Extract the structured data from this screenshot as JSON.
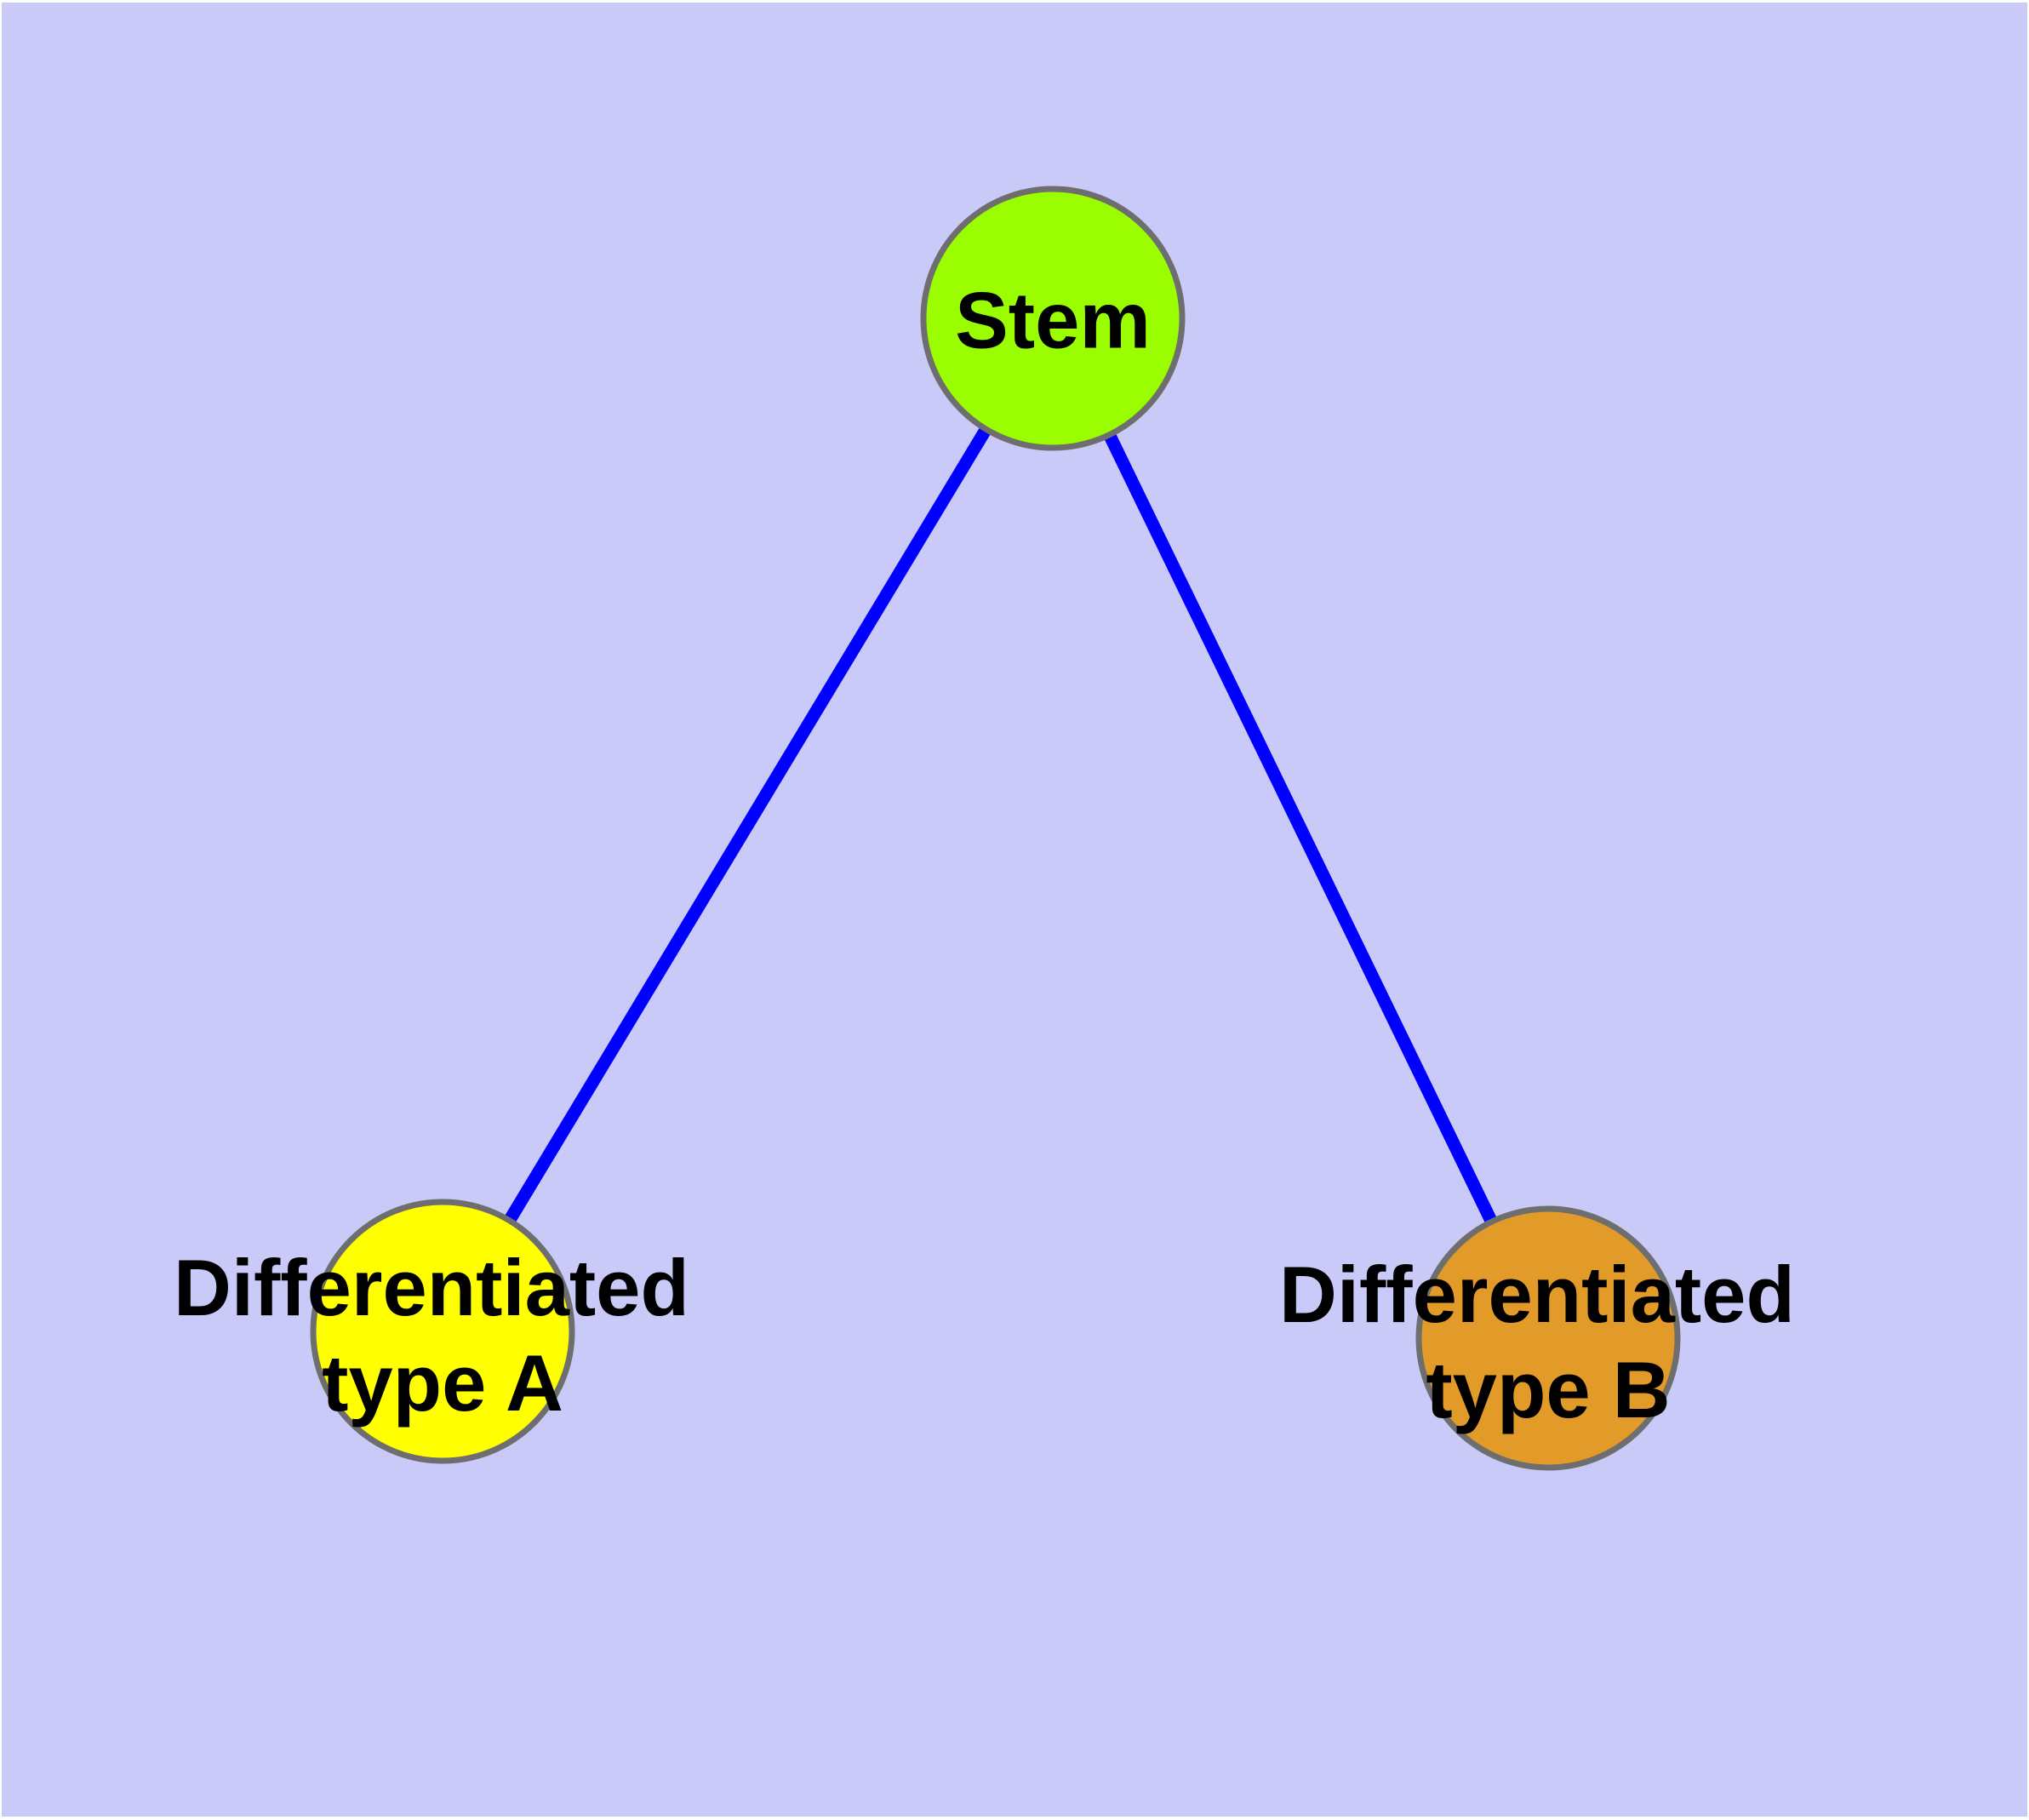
{
  "diagram": {
    "type": "node-link-graph",
    "colors": {
      "background": "#CACAF9",
      "edge": "#0000FF",
      "node_border": "#6E6E6E",
      "label_text": "#000000"
    },
    "nodes": {
      "stem": {
        "label": "Stem",
        "fill": "#9AFE00"
      },
      "type_a": {
        "label_line1": "Differentiated",
        "label_line2": "type A",
        "fill": "#FFFF00"
      },
      "type_b": {
        "label_line1": "Differentiated",
        "label_line2": "type B",
        "fill": "#E29A28"
      }
    },
    "edges": [
      {
        "from": "Stem",
        "to": "Differentiated type A"
      },
      {
        "from": "Stem",
        "to": "Differentiated type B"
      }
    ]
  }
}
